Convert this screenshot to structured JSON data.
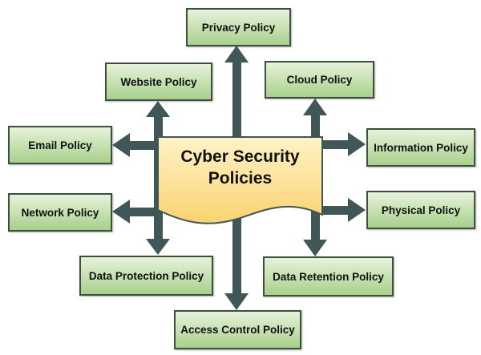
{
  "center": {
    "line1": "Cyber Security",
    "line2": "Policies"
  },
  "policies": {
    "privacy": "Privacy Policy",
    "website": "Website Policy",
    "cloud": "Cloud Policy",
    "email": "Email Policy",
    "information": "Information Policy",
    "network": "Network Policy",
    "physical": "Physical Policy",
    "data_protection": "Data Protection Policy",
    "data_retention": "Data Retention Policy",
    "access_control": "Access Control Policy"
  },
  "colors": {
    "arrow": "#3f5757",
    "box_top": "#e6f3da",
    "box_bottom": "#a8d08c",
    "center_top": "#fff3c8",
    "center_bottom": "#fbd270"
  }
}
